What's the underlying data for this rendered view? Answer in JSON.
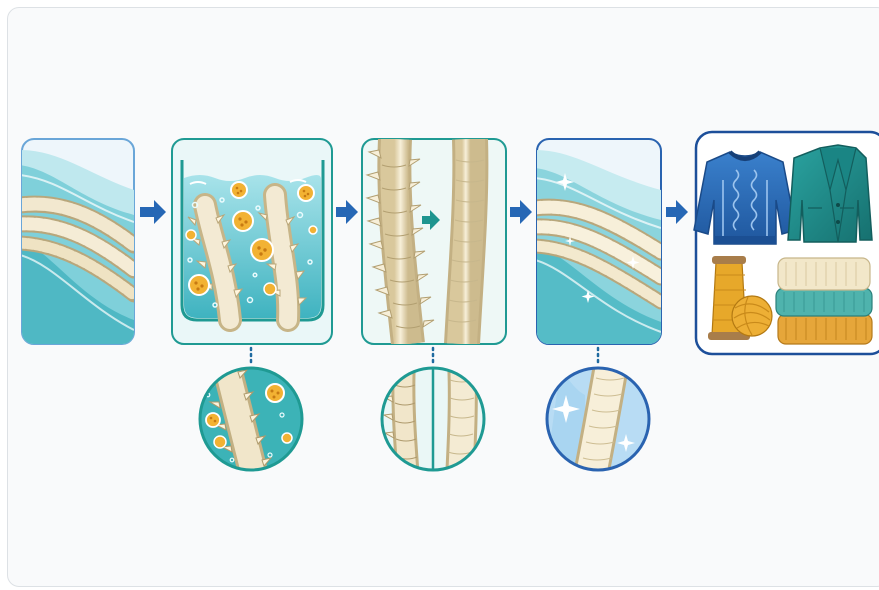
{
  "diagram": {
    "steps": [
      {
        "name": "raw-wool-fiber",
        "border_color": "#6aa6d8"
      },
      {
        "name": "enzyme-bath",
        "border_color": "#1f9a93"
      },
      {
        "name": "scale-removal",
        "border_color": "#1f9a93"
      },
      {
        "name": "smooth-softened-fiber",
        "border_color": "#2a63b0"
      },
      {
        "name": "finished-wool-products",
        "border_color": "#1d4f9a"
      }
    ],
    "details": [
      {
        "name": "enzyme-detail",
        "border_color": "#1f9a93"
      },
      {
        "name": "scale-comparison-detail",
        "border_color": "#1f9a93"
      },
      {
        "name": "smooth-fiber-detail",
        "border_color": "#2a63b0"
      }
    ],
    "products": [
      "blue-cable-knit-sweater",
      "teal-blazer",
      "yellow-yarn-spool",
      "folded-knit-blankets"
    ],
    "colors": {
      "arrow": "#2667b5",
      "arrow_teal": "#1e958f",
      "fiber": "#efe3c3",
      "fiber_shade": "#c9b98f",
      "water": "#5dc4cf",
      "enzyme": "#f2b233",
      "sweater": "#2b6cb8",
      "blazer": "#1f9190",
      "yarn": "#e7a82a"
    }
  }
}
